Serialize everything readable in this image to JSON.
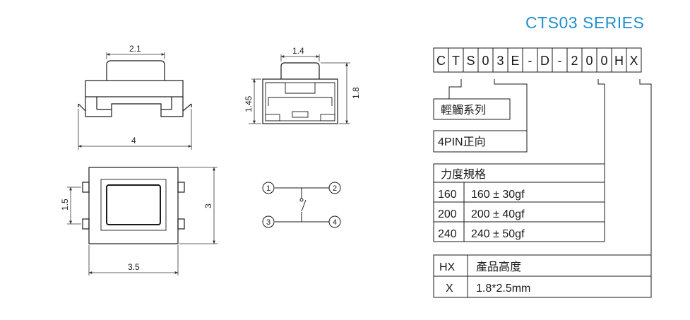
{
  "series_title": "CTS03  SERIES",
  "colors": {
    "title": "#1f8fcf",
    "line": "#1a1a1a",
    "dim": "#333333"
  },
  "part_code": [
    "C",
    "T",
    "S",
    "0",
    "3",
    "E",
    "-",
    "D",
    "-",
    "2",
    "0",
    "0",
    "H",
    "X"
  ],
  "dims": {
    "top_width": "2.1",
    "base_width": "4",
    "side_button": "1.4",
    "side_body_height": "1.45",
    "side_total_height": "1.8",
    "plan_pin_pitch": "1.5",
    "plan_height": "3",
    "plan_width": "3.5"
  },
  "circuit": {
    "pins": [
      "1",
      "2",
      "3",
      "4"
    ]
  },
  "legend": {
    "type_label": "輕觸系列",
    "pin_label": "4PIN正向",
    "force": {
      "heading": "力度規格",
      "rows": [
        {
          "code": "160",
          "value": "160 ± 30gf"
        },
        {
          "code": "200",
          "value": "200 ± 40gf"
        },
        {
          "code": "240",
          "value": "240 ± 50gf"
        }
      ]
    },
    "height": {
      "heading_code": "HX",
      "heading_label": "產品高度",
      "rows": [
        {
          "code": "X",
          "value": "1.8*2.5mm"
        }
      ]
    }
  }
}
